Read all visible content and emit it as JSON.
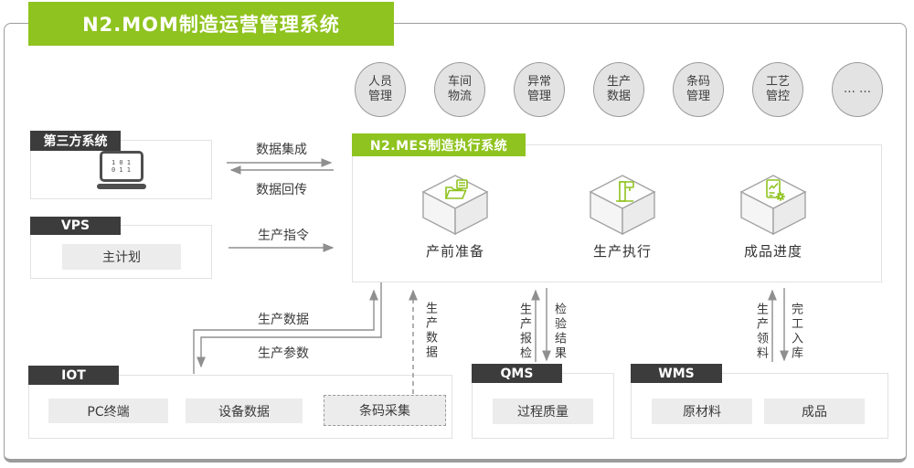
{
  "header": {
    "title": "N2.MOM制造运营管理系统"
  },
  "top_modules": [
    "人员\n管理",
    "车间\n物流",
    "异常\n管理",
    "生产\n数据",
    "条码\n管理",
    "工艺\n管控",
    "… …"
  ],
  "left_boxes": {
    "third_party": {
      "tab": "第三方系统",
      "icon": "laptop-binary-icon",
      "binary_lines": [
        "1 0 1",
        "0 1 1"
      ]
    },
    "vps": {
      "tab": "VPS",
      "item": "主计划"
    }
  },
  "mes": {
    "tab": "N2.MES制造执行系统",
    "modules": [
      {
        "label": "产前准备",
        "icon": "folder-doc-cube-icon"
      },
      {
        "label": "生产执行",
        "icon": "machine-cube-icon"
      },
      {
        "label": "成品进度",
        "icon": "report-gear-cube-icon"
      }
    ]
  },
  "bottom_boxes": {
    "iot": {
      "tab": "IOT",
      "items": [
        "PC终端",
        "设备数据",
        "条码采集"
      ]
    },
    "qms": {
      "tab": "QMS",
      "items": [
        "过程质量"
      ]
    },
    "wms": {
      "tab": "WMS",
      "items": [
        "原材料",
        "成品"
      ]
    }
  },
  "flows": {
    "data_integration": "数据集成",
    "data_backhaul": "数据回传",
    "production_instruction": "生产指令",
    "production_data_up": "生产数据",
    "production_params_down": "生产参数",
    "barcode_production_data": "生产数据",
    "qms_up": "生产报检",
    "qms_down": "检验结果",
    "wms_up": "生产领料",
    "wms_down": "完工入库"
  },
  "colors": {
    "accent_green": "#8fc31f",
    "tab_dark": "#3c3c3c",
    "arrow_gray": "#8f8f8f",
    "circle_fill": "#e3e3e3",
    "box_border": "#e2e2e2",
    "inner_fill": "#ececec"
  }
}
